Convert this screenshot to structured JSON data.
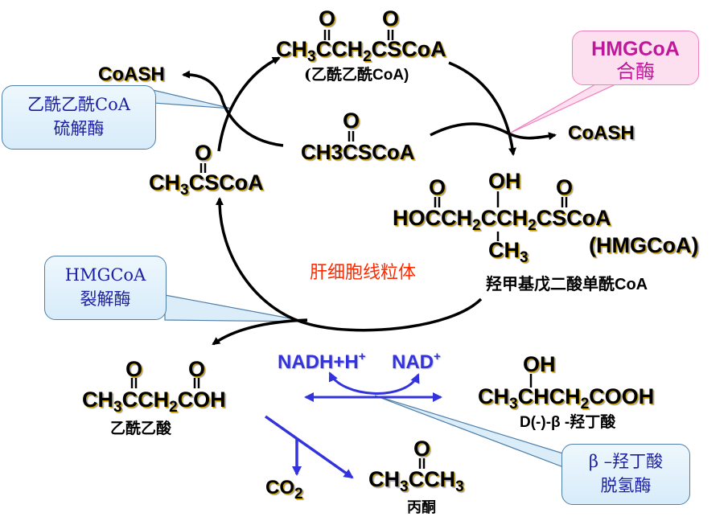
{
  "title": "Ketone body synthesis in liver mitochondria",
  "compartment_label": "肝细胞线粒体",
  "colors": {
    "pathway_arrow": "#000000",
    "redox_arrow": "#3333dd",
    "compartment_text": "#ff2a00",
    "callout_blue_text": "#1b1fa0",
    "callout_pink_text": "#c0189a"
  },
  "molecules": {
    "acetoacetyl_coa": {
      "formula_parts": [
        "CH",
        "3",
        "CCH",
        "2",
        "CSCoA"
      ],
      "carbonyl_labels": [
        "O",
        "O"
      ],
      "name_cn": "(乙酰乙酰",
      "name_lat": "CoA)"
    },
    "acetyl_coa_left": {
      "formula_parts": [
        "CH",
        "3",
        "CSCoA"
      ],
      "carbonyl_label": "O"
    },
    "acetyl_coa_center": {
      "formula": "CH3CSCoA",
      "carbonyl_label": "O"
    },
    "coash_left": {
      "label": "CoASH"
    },
    "coash_right": {
      "label": "CoASH"
    },
    "hmg_coa": {
      "formula_parts": [
        "HOCCH",
        "2",
        "CCH",
        "2",
        "CSCoA"
      ],
      "carbonyl_labels": [
        "O",
        "O"
      ],
      "hydroxyl_label": "OH",
      "methyl_parts": [
        "CH",
        "3"
      ],
      "abbrev": "(HMGCoA)",
      "name_cn": "羟甲基戊二酸单酰",
      "name_lat": "CoA"
    },
    "acetoacetate": {
      "formula_parts": [
        "CH",
        "3",
        "CCH",
        "2",
        "COH"
      ],
      "carbonyl_labels": [
        "O",
        "O"
      ],
      "name_cn": "乙酰乙酸"
    },
    "beta_hydroxybutyrate": {
      "formula_parts": [
        "CH",
        "3",
        "CHCH",
        "2",
        "COOH"
      ],
      "hydroxyl_label": "OH",
      "name_lat": "D(-)-β -",
      "name_cn": "羟丁酸"
    },
    "acetone": {
      "formula_parts": [
        "CH",
        "3",
        "CCH",
        "3"
      ],
      "carbonyl_label": "O",
      "name_cn": "丙酮"
    },
    "co2": {
      "formula_parts": [
        "CO",
        "2"
      ]
    }
  },
  "cofactors": {
    "nadh": {
      "base": "NADH+H",
      "charge": "+"
    },
    "nad": {
      "base": "NAD",
      "charge": "+"
    }
  },
  "enzymes": {
    "thiolase": {
      "line1": "乙酰乙酰CoA",
      "line2": "硫解酶"
    },
    "hmg_synthase": {
      "line1": "HMGCoA",
      "line2": "合酶"
    },
    "hmg_lyase": {
      "line1": "HMGCoA",
      "line2": "裂解酶"
    },
    "bhb_dehydrogenase": {
      "line1": "β –羟丁酸",
      "line2": "脱氢酶"
    }
  }
}
